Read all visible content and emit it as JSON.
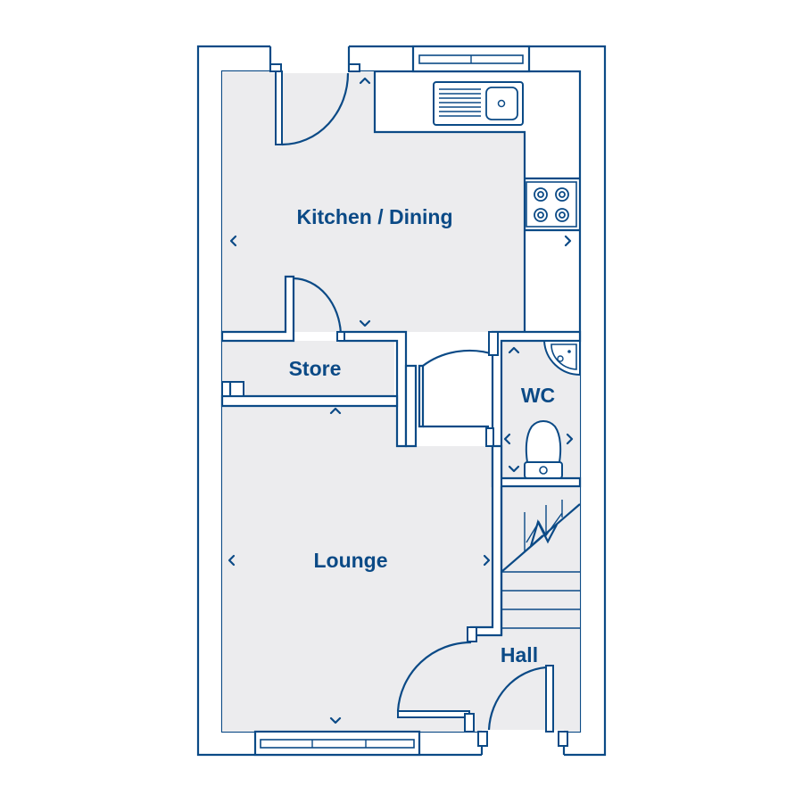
{
  "colors": {
    "wall_stroke": "#0b4a86",
    "room_fill": "#ececee",
    "wall_fill": "#ffffff",
    "label": "#0b4a86"
  },
  "rooms": {
    "kitchen": "Kitchen / Dining",
    "store": "Store",
    "wc": "WC",
    "lounge": "Lounge",
    "hall": "Hall"
  },
  "icons": [
    "sink-icon",
    "hob-icon",
    "basin-icon",
    "toilet-icon",
    "stairs-icon",
    "dimension-arrow-icon",
    "door-swing-icon",
    "window-icon"
  ]
}
